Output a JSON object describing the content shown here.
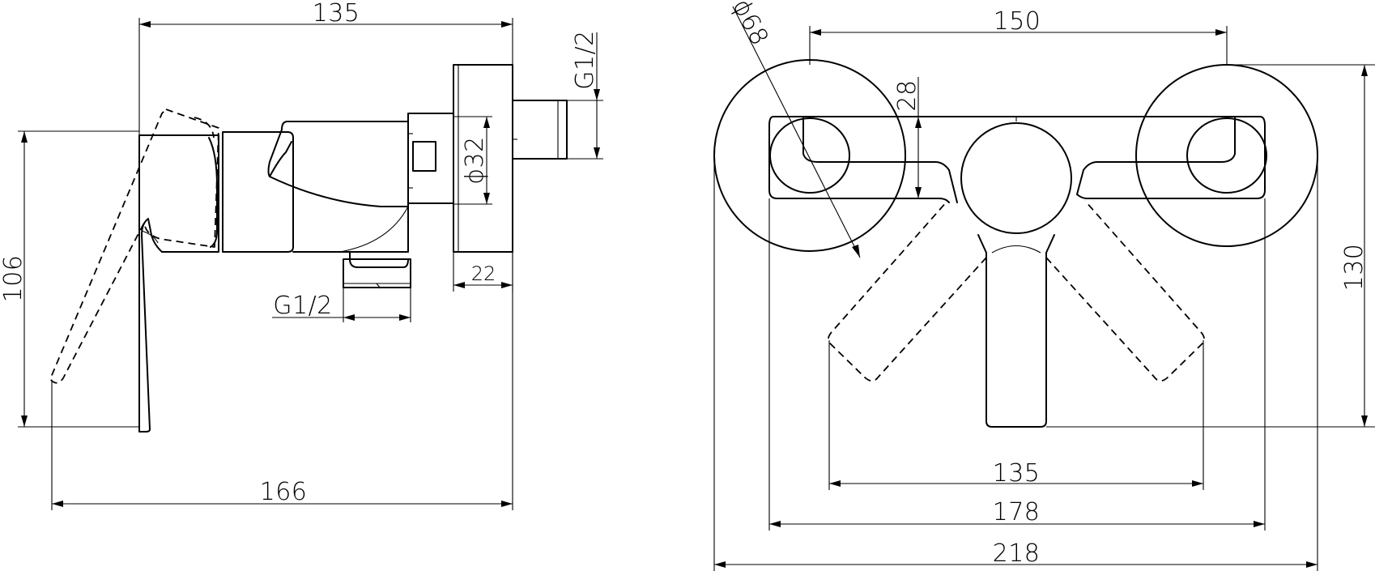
{
  "side_view": {
    "dim_overall_depth": "135",
    "dim_handle_height": "106",
    "dim_handle_reach": "166",
    "dim_inlet_thread": "G1/2",
    "dim_outlet_thread": "G1/2",
    "dim_body_diameter": "ϕ32",
    "dim_rosette_depth": "22"
  },
  "front_view": {
    "dim_rosette_diameter": "ϕ68",
    "dim_center_distance": "150",
    "dim_body_height": "28",
    "dim_total_height": "130",
    "dim_handle_sweep": "135",
    "dim_body_width": "178",
    "dim_overall_width": "218"
  }
}
